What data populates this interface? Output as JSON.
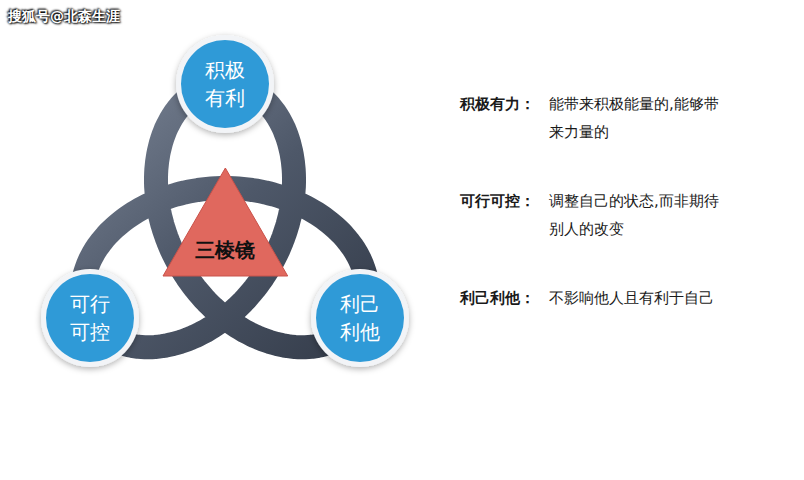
{
  "diagram": {
    "nodes": [
      {
        "text": [
          "积极 有利"
        ]
      },
      {
        "text": [
          "三棱镜"
        ]
      },
      {
        "text": [
          "可行 可控"
        ]
      },
      {
        "text": [
          "利己 利他"
        ]
      }
    ],
    "labels": [
      "搜狐号@北森生涯",
      "积极有力：",
      "能带来积极能量的,能够带来力量的",
      "可行可控：",
      "调整自己的状态,而非期待别人的改变",
      "利己利他：",
      "不影响他人且有利于自己"
    ]
  }
}
